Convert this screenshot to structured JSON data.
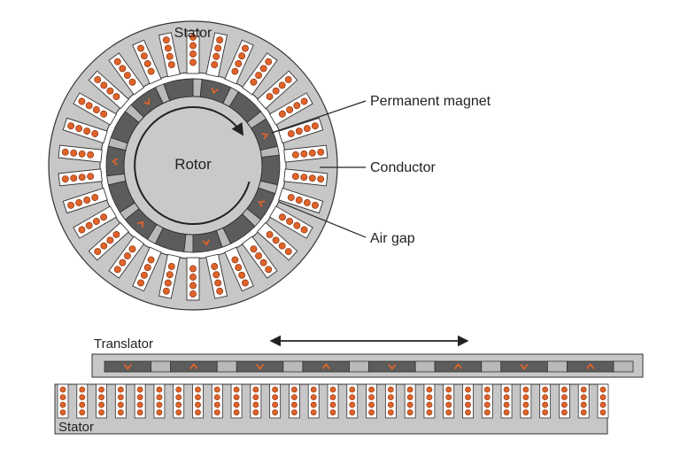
{
  "labels": {
    "stator_top": "Stator",
    "rotor": "Rotor",
    "permanent_magnet": "Permanent magnet",
    "conductor": "Conductor",
    "air_gap": "Air gap",
    "translator": "Translator",
    "stator_bottom": "Stator"
  },
  "colors": {
    "background": "#ffffff",
    "stator": "#c7c7c7",
    "rotor": "#c9c9c9",
    "magnet_dark": "#5c5c5c",
    "magnet_light": "#b9b9b9",
    "conductor": "#e0642a",
    "outline": "#333333"
  },
  "counts": {
    "rotary_slots": 30,
    "rotary_magnet_segments": 14,
    "linear_slots": 29,
    "linear_magnets": 8,
    "conductors_per_slot": 4
  },
  "icons": {
    "rotation": "clockwise-arrow-icon",
    "translation": "double-headed-arrow-icon"
  }
}
